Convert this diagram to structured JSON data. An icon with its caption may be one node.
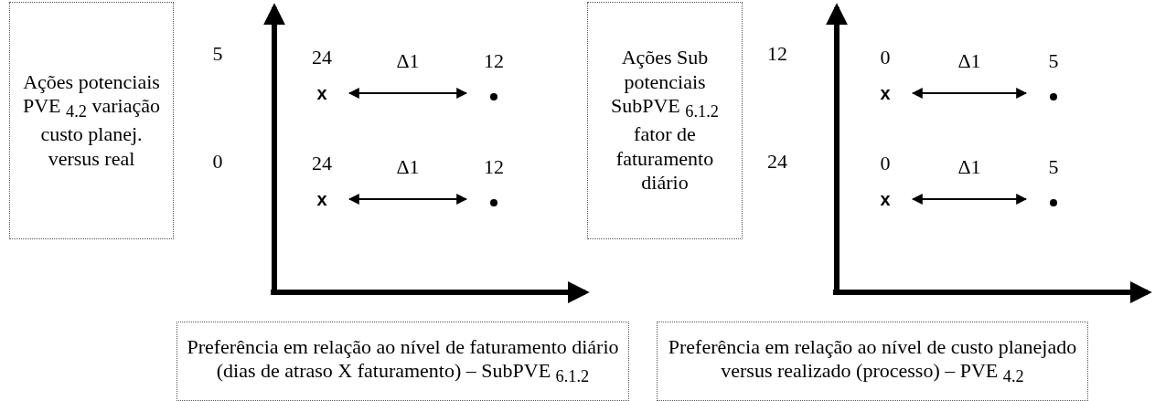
{
  "diagram": {
    "nodes": [
      {
        "text": [
          "Ações potenciais PVE $_{4.2}$ variação custo planej. versus real"
        ]
      },
      {
        "text": [
          "x"
        ],
        "beside": [
          "24"
        ]
      },
      {
        "text": [],
        "shape": "circle",
        "beside": [
          "12"
        ]
      },
      {
        "text": [
          "Ações Sub potenciais SubPVE $_{6.1.2}$ fator de faturamento diário"
        ]
      },
      {
        "text": [
          "x"
        ],
        "beside": [
          "0"
        ]
      },
      {
        "text": [],
        "shape": "circle",
        "beside": [
          "5"
        ]
      },
      {
        "text": [
          "x"
        ],
        "beside": [
          "24"
        ]
      },
      {
        "text": [],
        "shape": "circle",
        "beside": [
          "12"
        ]
      },
      {
        "text": [
          "x"
        ],
        "beside": [
          "0"
        ]
      },
      {
        "text": [],
        "shape": "circle",
        "beside": [
          "5"
        ]
      },
      {
        "text": [
          "Preferência em relação ao nível de faturamento diário (dias de atraso X faturamento) – SubPVE $_{6.1.2}$"
        ]
      },
      {
        "text": [
          "Preferência em relação ao nível de custo planejado versus realizado (processo) – PVE $_{4.2}$"
        ]
      }
    ],
    "edges": [
      {
        "from": 1,
        "to": 2,
        "arrow": "both",
        "label": "Δ1"
      },
      {
        "from": 4,
        "to": 5,
        "arrow": "both",
        "label": "Δ1"
      },
      {
        "from": 6,
        "to": 7,
        "arrow": "both",
        "label": "Δ1"
      },
      {
        "from": 8,
        "to": 9,
        "arrow": "both",
        "label": "Δ1"
      }
    ],
    "labels": [
      "5",
      "12",
      "0",
      "24"
    ]
  }
}
